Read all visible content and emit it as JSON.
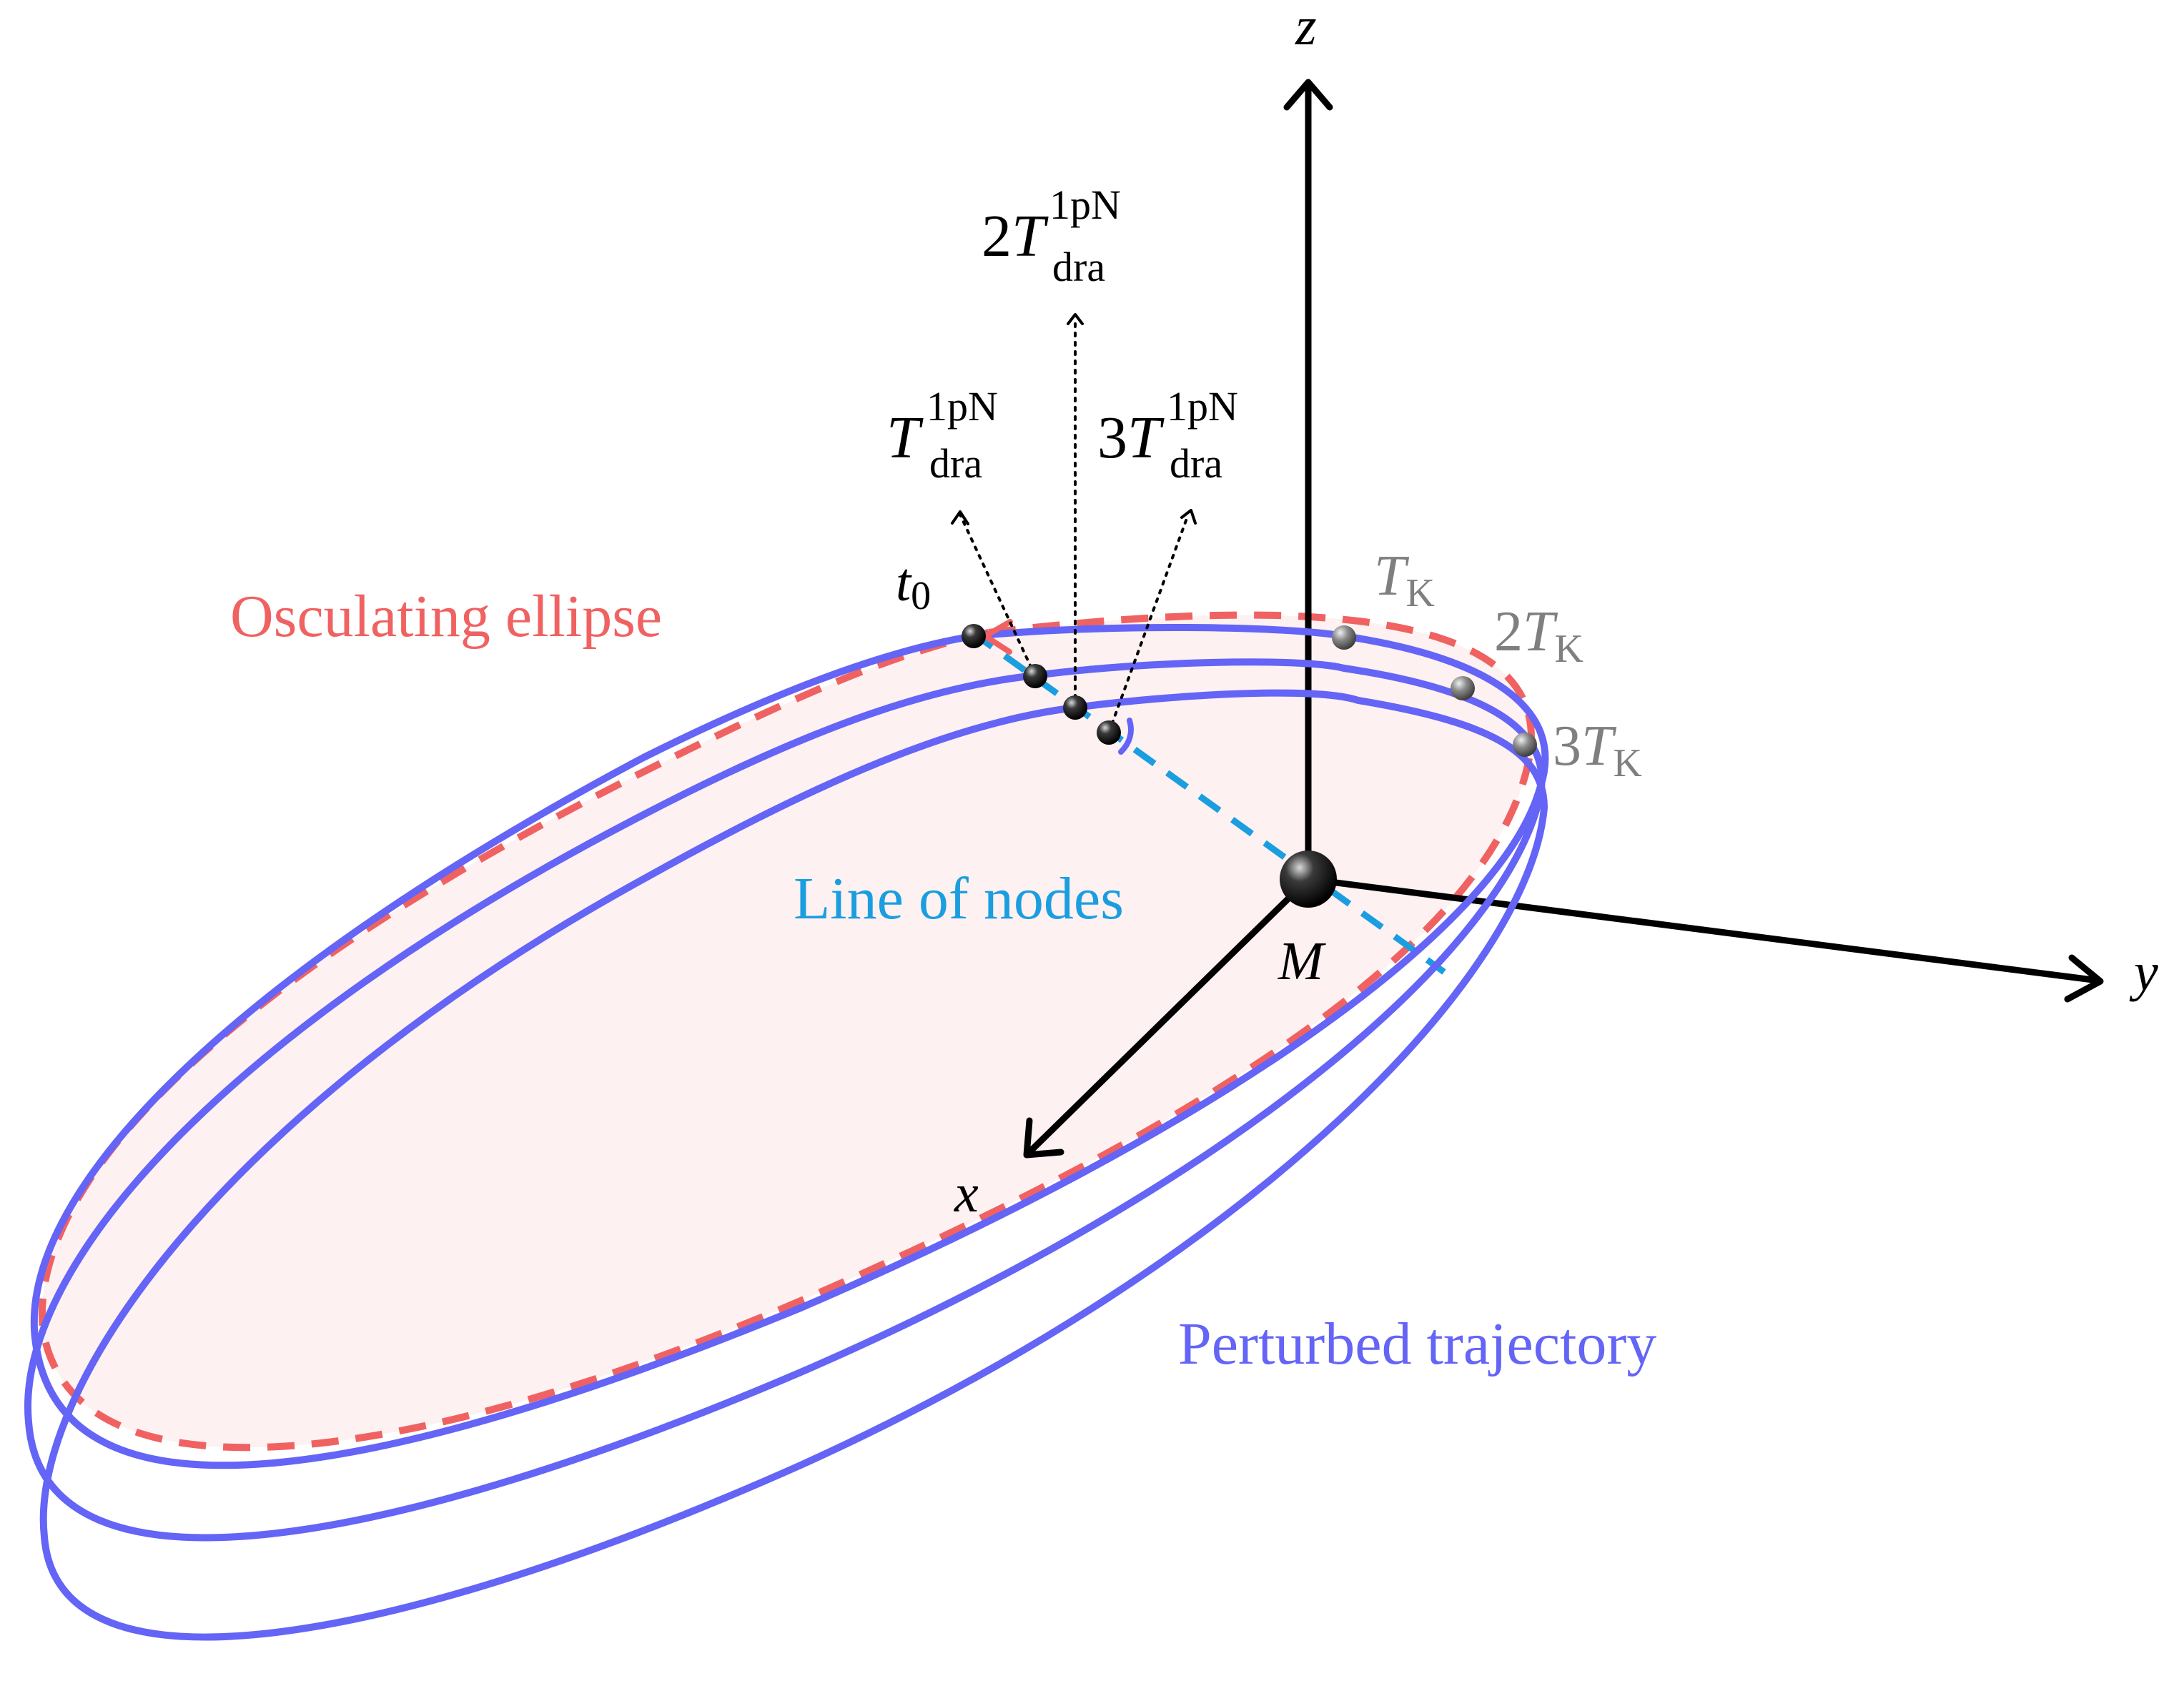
{
  "labels": {
    "osculating_ellipse": "Osculating ellipse",
    "perturbed_trajectory": "Perturbed trajectory",
    "line_of_nodes": "Line of nodes"
  },
  "axes": {
    "x": "x",
    "y": "y",
    "z": "z",
    "mass": "M"
  },
  "start_time": {
    "symbol": "t",
    "subscript": "0"
  },
  "kepler_periods": [
    {
      "coef": "",
      "symbol": "T",
      "subscript": "K"
    },
    {
      "coef": "2",
      "symbol": "T",
      "subscript": "K"
    },
    {
      "coef": "3",
      "symbol": "T",
      "subscript": "K"
    }
  ],
  "draconitic_periods": [
    {
      "coef": "",
      "symbol": "T",
      "subscript": "dra",
      "superscript": "1pN"
    },
    {
      "coef": "2",
      "symbol": "T",
      "subscript": "dra",
      "superscript": "1pN"
    },
    {
      "coef": "3",
      "symbol": "T",
      "subscript": "dra",
      "superscript": "1pN"
    }
  ],
  "colors": {
    "osculating_ellipse": "#f06262",
    "ellipse_fill": "#fdf1f1",
    "perturbed_trajectory": "#6464f6",
    "line_of_nodes": "#1a9ee0",
    "axes": "#000000",
    "kepler_labels": "#7f7f7f",
    "body": "#000000"
  }
}
